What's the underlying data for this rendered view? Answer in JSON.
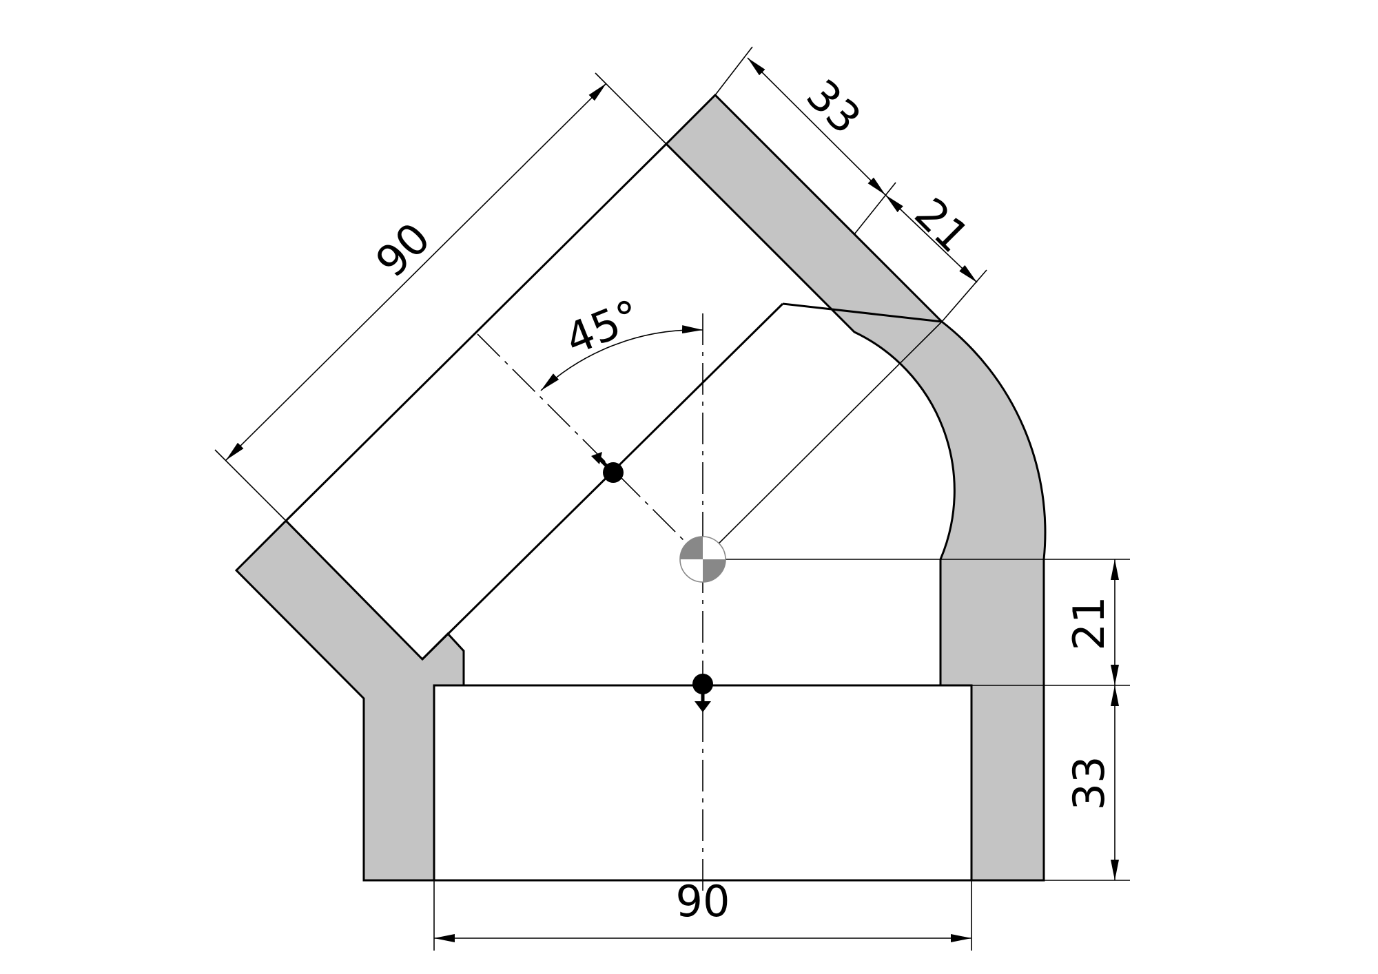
{
  "colors": {
    "section_fill": "#c4c4c4",
    "line": "#000000",
    "background": "#ffffff"
  },
  "dimensions": {
    "bottom_width": "90",
    "bottom_socket_depth": "33",
    "bottom_offset": "21",
    "angled_width": "90",
    "angled_socket_depth": "33",
    "angled_offset": "21",
    "angle": "45°"
  }
}
